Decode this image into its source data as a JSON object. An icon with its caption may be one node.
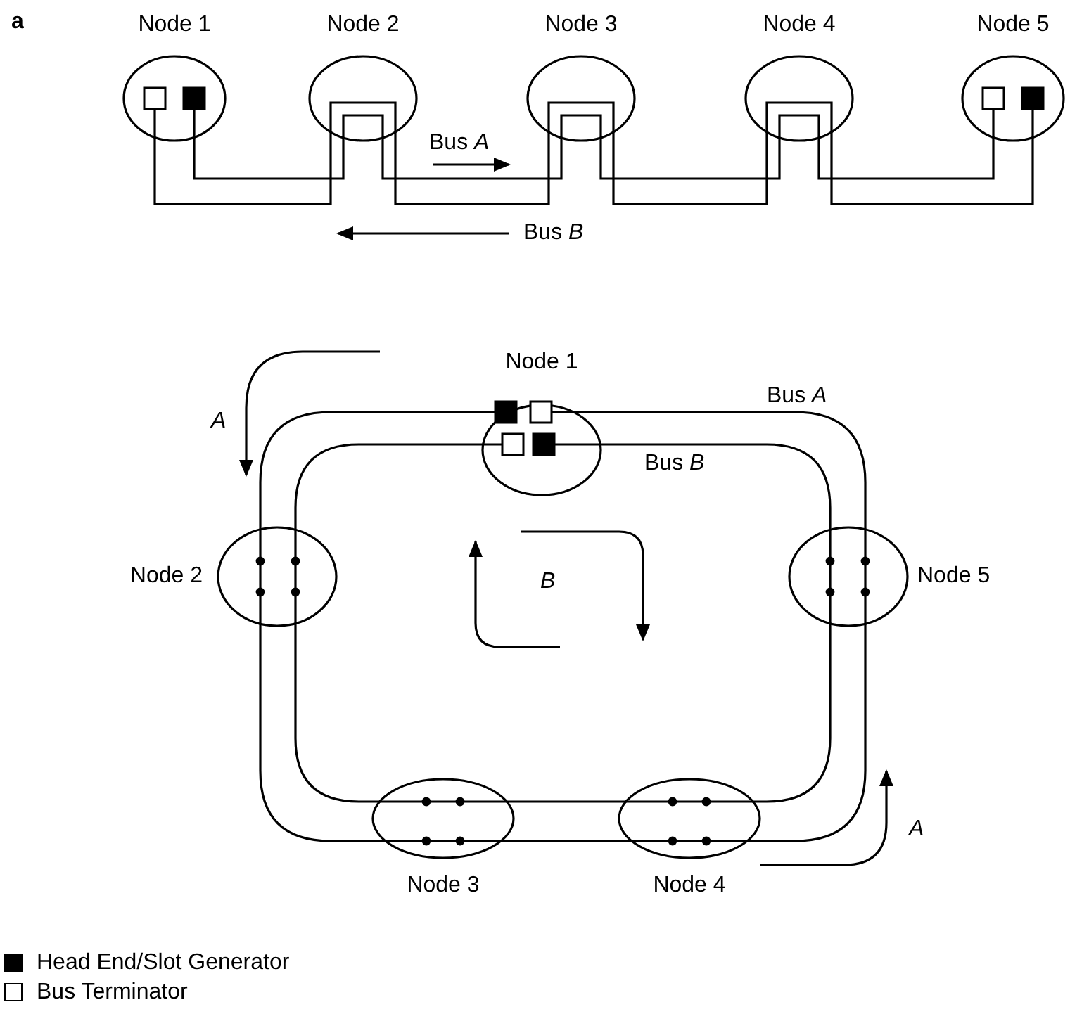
{
  "diagram": {
    "nodes": [
      {
        "text": [
          "Node 1"
        ]
      },
      {
        "text": [
          "Node 2"
        ]
      },
      {
        "text": [
          "Node 3"
        ]
      },
      {
        "text": [
          "Node 4"
        ]
      },
      {
        "text": [
          "Node 5"
        ]
      },
      {
        "text": [
          "Node 1"
        ]
      },
      {
        "text": [
          "Node 2"
        ]
      },
      {
        "text": [
          "Node 3"
        ]
      },
      {
        "text": [
          "Node 4"
        ]
      },
      {
        "text": [
          "Node 5"
        ]
      }
    ],
    "edges": [
      {
        "from": 0,
        "to": 1,
        "arrow": "none"
      },
      {
        "from": 0,
        "to": 1,
        "arrow": "none"
      },
      {
        "from": 1,
        "to": 2,
        "arrow": "none"
      },
      {
        "from": 1,
        "to": 2,
        "arrow": "none"
      },
      {
        "from": 2,
        "to": 3,
        "arrow": "none"
      },
      {
        "from": 2,
        "to": 3,
        "arrow": "none"
      },
      {
        "from": 3,
        "to": 4,
        "arrow": "none"
      },
      {
        "from": 3,
        "to": 4,
        "arrow": "none"
      },
      {
        "from": 5,
        "to": 6,
        "arrow": "none"
      },
      {
        "from": 5,
        "to": 6,
        "arrow": "none"
      },
      {
        "from": 6,
        "to": 7,
        "arrow": "none"
      },
      {
        "from": 6,
        "to": 7,
        "arrow": "none"
      },
      {
        "from": 7,
        "to": 8,
        "arrow": "none"
      },
      {
        "from": 7,
        "to": 8,
        "arrow": "none"
      },
      {
        "from": 8,
        "to": 9,
        "arrow": "none"
      },
      {
        "from": 8,
        "to": 9,
        "arrow": "none"
      },
      {
        "from": 9,
        "to": 5,
        "arrow": "none"
      },
      {
        "from": 9,
        "to": 5,
        "arrow": "none"
      }
    ],
    "labels": [
      "a",
      "Bus *A*",
      "Bus *B*",
      "Bus *A*",
      "*A*",
      "Bus *B*",
      "*B*",
      "*A*"
    ],
    "legend": [
      {
        "text": "Head End/Slot Generator",
        "color": "#000000"
      },
      {
        "text": "Bus Terminator"
      }
    ]
  }
}
